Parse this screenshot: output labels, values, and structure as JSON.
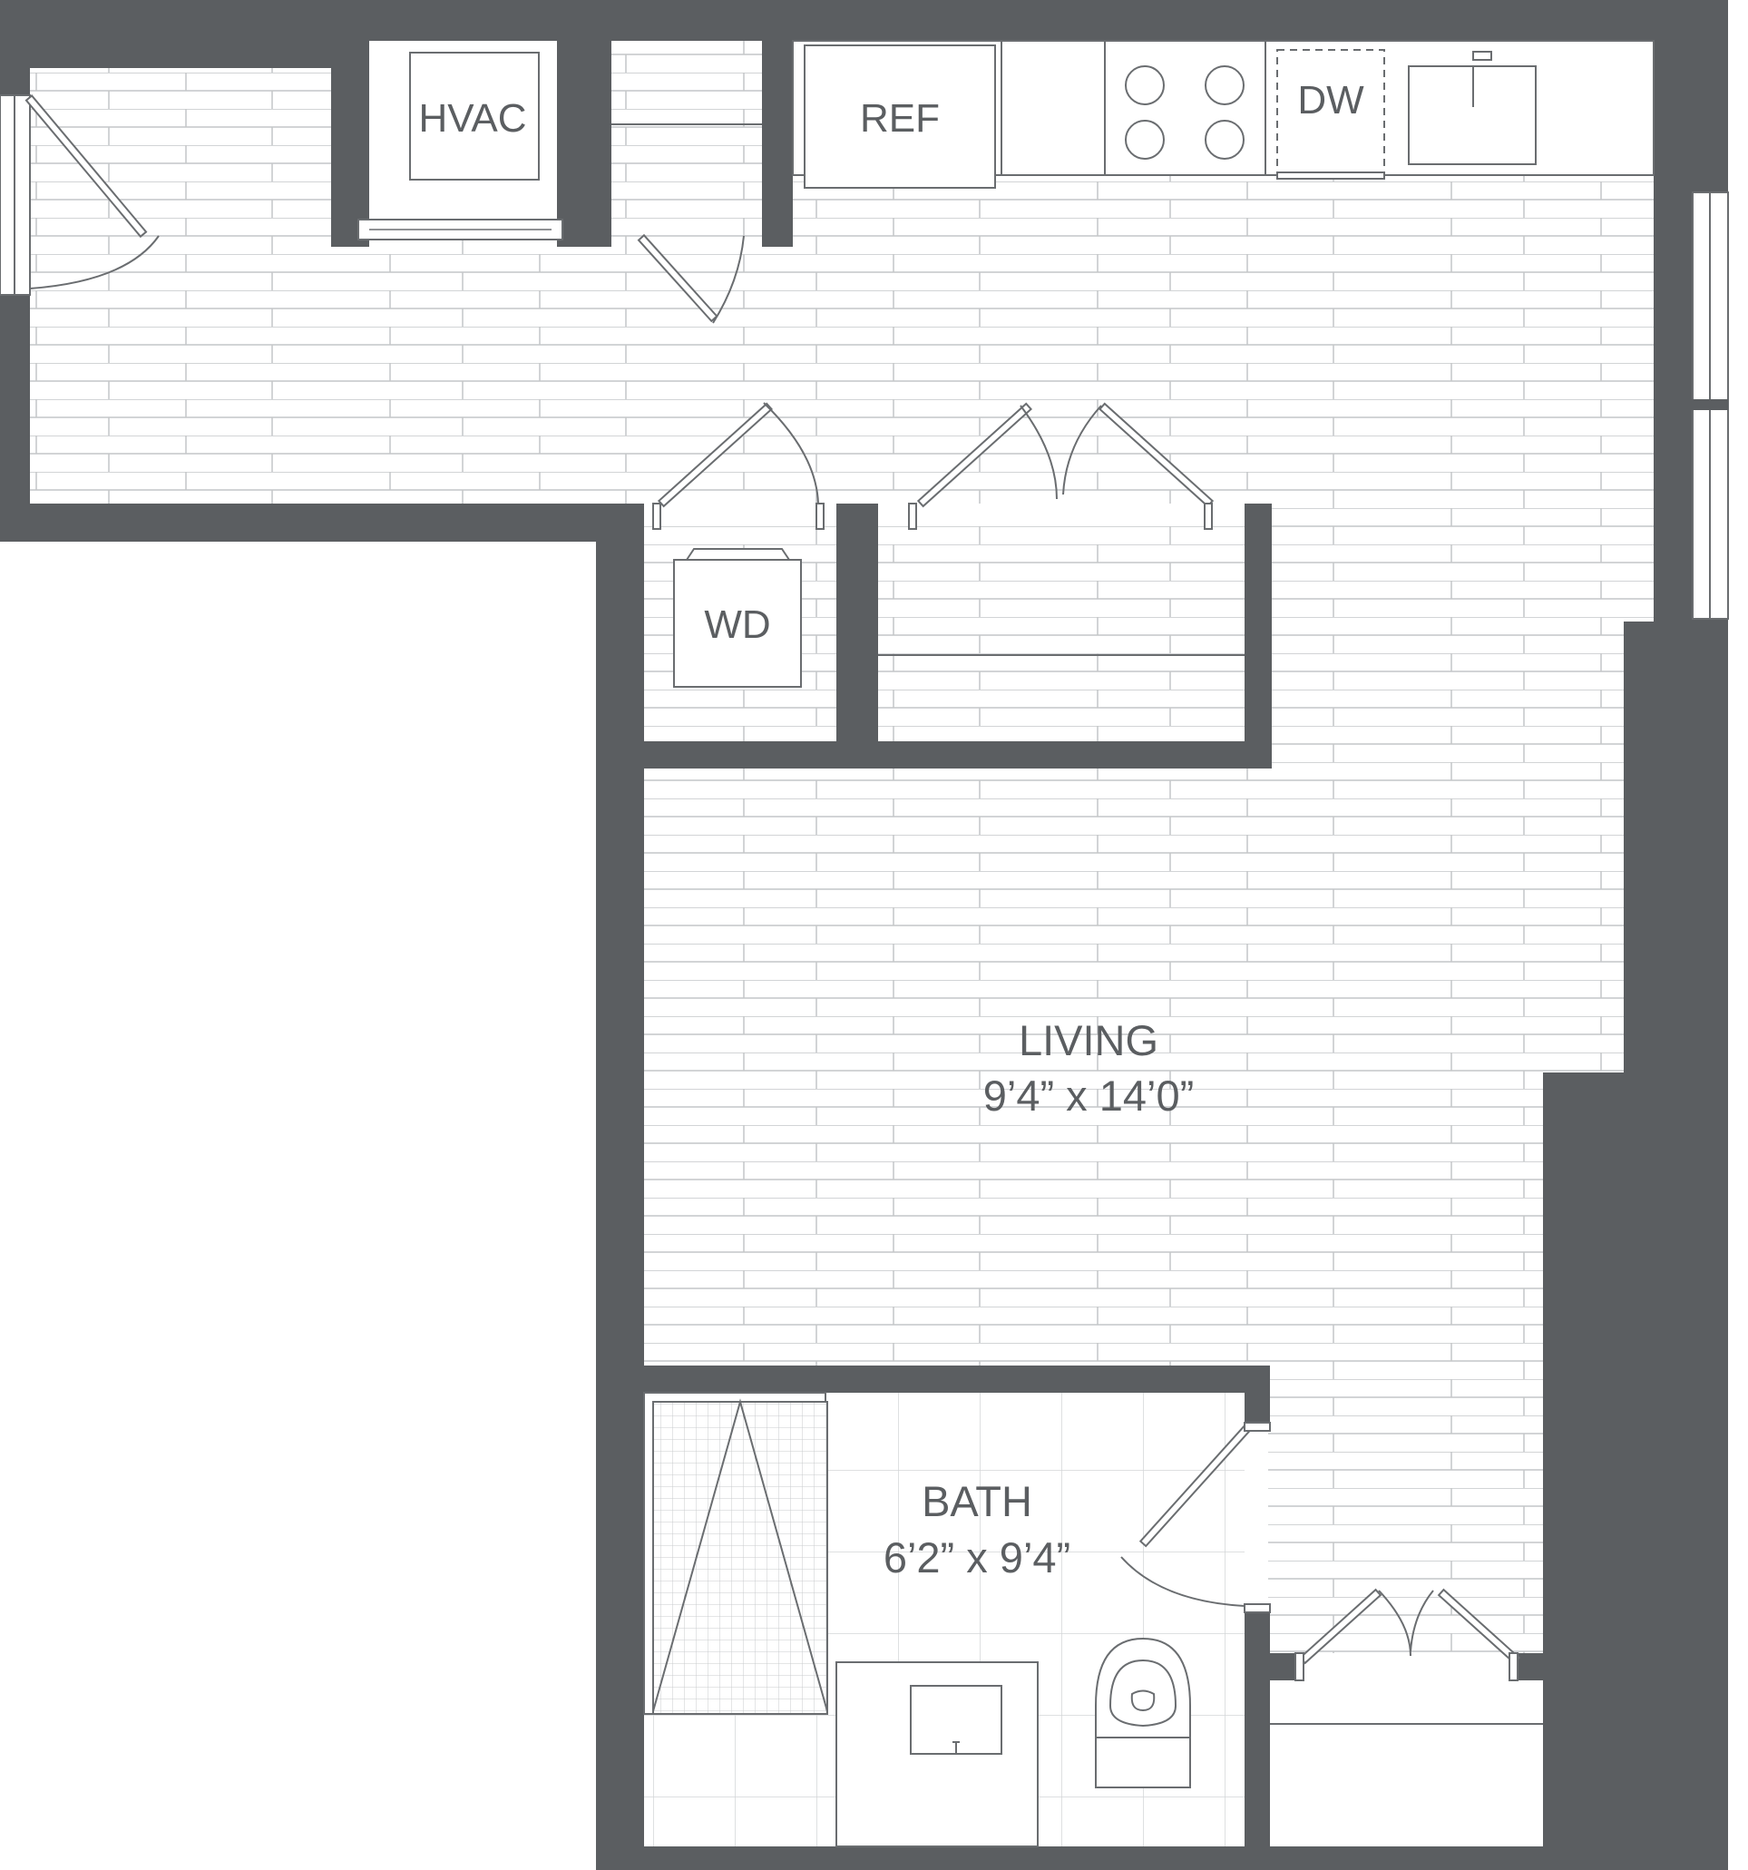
{
  "plan": {
    "wall_color": "#5b5e61",
    "line_color": "#6a6d70",
    "floor_color": "#ffffff",
    "rooms": {
      "living": {
        "name": "LIVING",
        "dims": "9’4” x 14’0”"
      },
      "bath": {
        "name": "BATH",
        "dims": "6’2” x 9’4”"
      }
    },
    "fixtures": {
      "hvac": "HVAC",
      "ref": "REF",
      "dw": "DW",
      "wd": "WD"
    },
    "icons": [
      "door-swing-icon",
      "bifold-door-icon",
      "cooktop-icon",
      "sink-icon",
      "toilet-icon",
      "shower-icon",
      "window-icon"
    ]
  }
}
